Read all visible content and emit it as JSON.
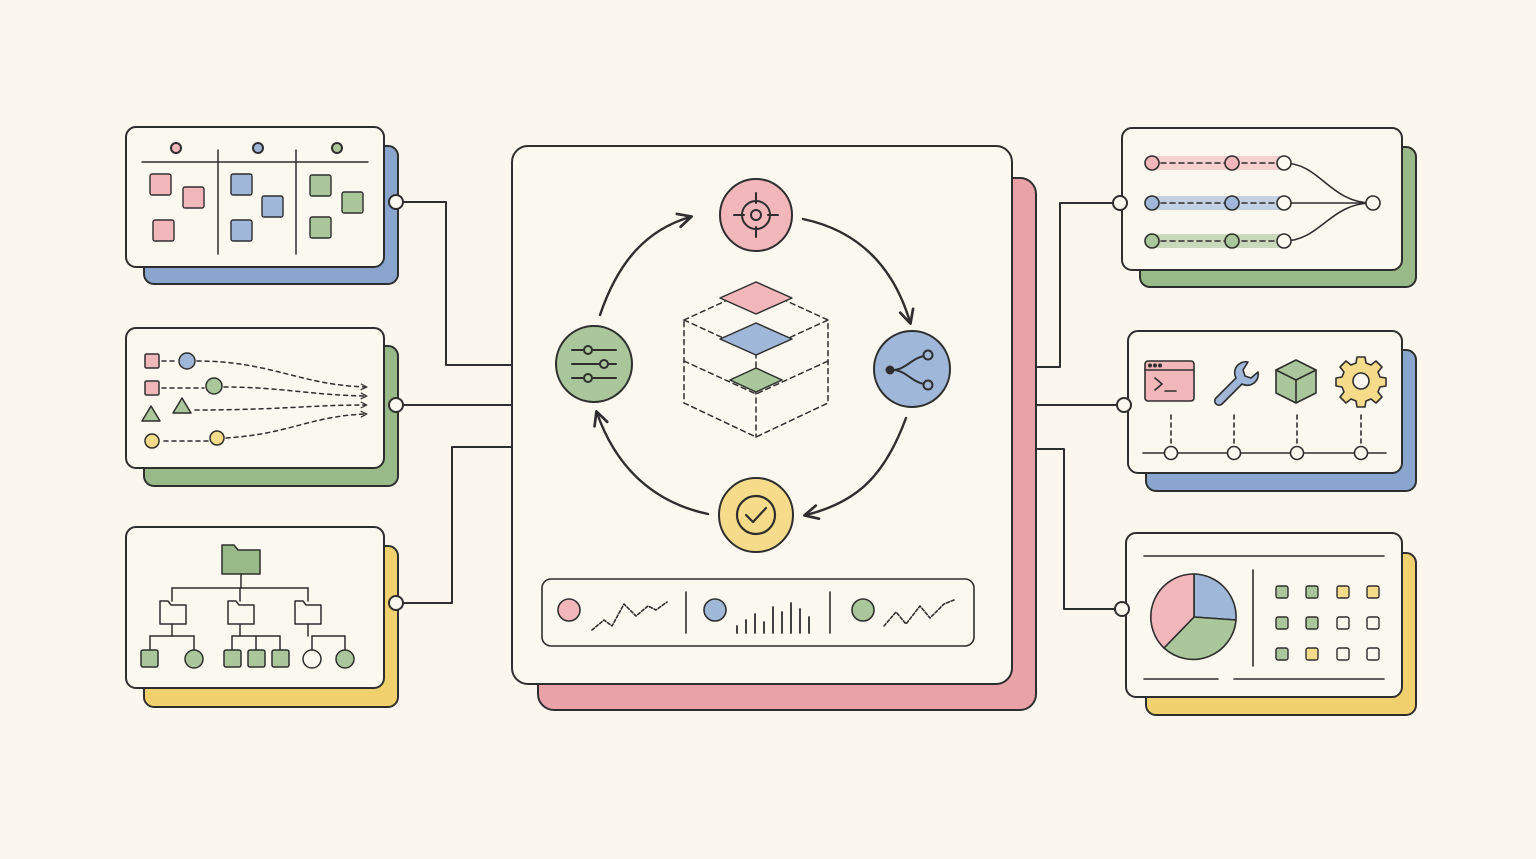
{
  "palette": {
    "background": "#fbf7ee",
    "card": "#fbf8ef",
    "ink": "#2e2e2e",
    "pink": "#f2b7bb",
    "blue": "#9fb7d8",
    "green": "#a9c79a",
    "yellow": "#f6dc8a",
    "pink_dark": "#e9a3a8",
    "blue_dark": "#8aa6cf",
    "green_dark": "#97ba88",
    "yellow_dark": "#f1d06e"
  },
  "diagram": {
    "left_panels": [
      {
        "id": "kanban-board",
        "shadow": "blue",
        "icon": "kanban-board-icon"
      },
      {
        "id": "data-flow",
        "shadow": "green",
        "icon": "merging-flows-icon"
      },
      {
        "id": "file-tree",
        "shadow": "yellow",
        "icon": "folder-tree-icon"
      }
    ],
    "right_panels": [
      {
        "id": "pipeline-branches",
        "shadow": "green",
        "icon": "pipeline-branches-icon"
      },
      {
        "id": "toolchain",
        "shadow": "blue",
        "icon": "toolchain-icon",
        "tools": [
          "terminal-icon",
          "wrench-icon",
          "cube-icon",
          "gear-icon"
        ]
      },
      {
        "id": "dashboard",
        "shadow": "yellow",
        "icon": "pie-chart-icon"
      }
    ],
    "center": {
      "shadow": "pink",
      "cycle_nodes": [
        {
          "id": "target",
          "color": "pink",
          "icon": "target-icon"
        },
        {
          "id": "branch",
          "color": "blue",
          "icon": "branch-icon"
        },
        {
          "id": "check",
          "color": "yellow",
          "icon": "check-icon"
        },
        {
          "id": "settings",
          "color": "green",
          "icon": "sliders-icon"
        }
      ],
      "layers": [
        "pink",
        "blue",
        "green"
      ],
      "metrics": [
        {
          "color": "pink",
          "icon": "sparkline-icon"
        },
        {
          "color": "blue",
          "icon": "bar-chart-icon"
        },
        {
          "color": "green",
          "icon": "sparkline-icon"
        }
      ]
    }
  }
}
